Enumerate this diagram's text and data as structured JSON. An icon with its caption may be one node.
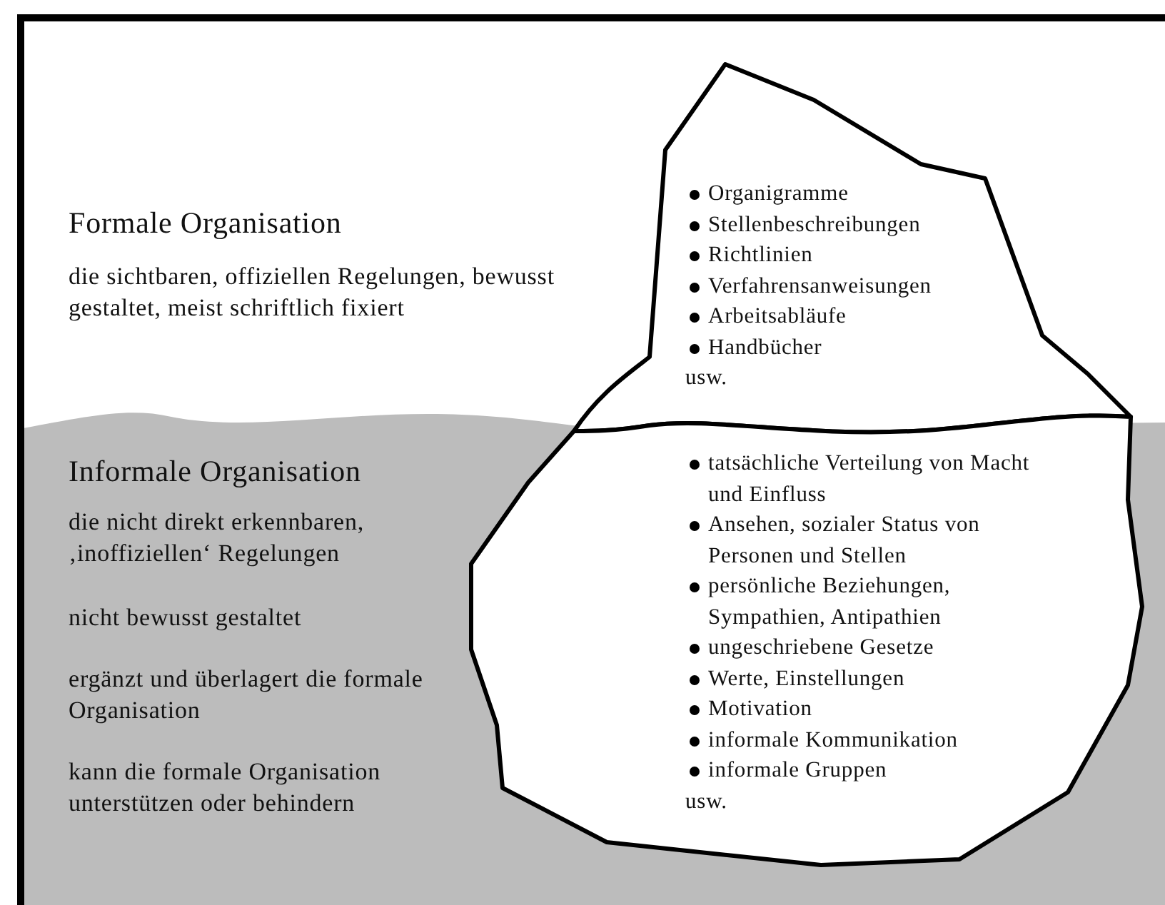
{
  "diagram": {
    "nodes": [
      {
        "text": [
          "Organigramme",
          "Stellenbeschreibungen",
          "Richtlinien",
          "Verfahrensanweisungen",
          "Arbeitsabläufe",
          "Handbücher",
          "usw."
        ]
      },
      {
        "text": [
          "tatsächliche Verteilung von Macht und Einfluss",
          "Ansehen, sozialer Status von Personen und Stellen",
          "persönliche Beziehungen, Sympathien, Antipathien",
          "ungeschriebene Gesetze",
          "Werte, Einstellungen",
          "Motivation",
          "informale Kommunikation",
          "informale Gruppen",
          "usw."
        ]
      }
    ],
    "edges": [],
    "labels": [
      "Formale Organisation",
      "die sichtbaren, offiziellen Regelungen, bewusst gestaltet, meist schriftlich fixiert",
      "Informale Organisation",
      "die nicht direkt erkennbaren, ‚inoffiziellen‘ Regelungen",
      "nicht bewusst gestaltet",
      "ergänzt und überlagert die formale Organisation",
      "kann die formale Organisation unterstützen oder behindern"
    ]
  }
}
